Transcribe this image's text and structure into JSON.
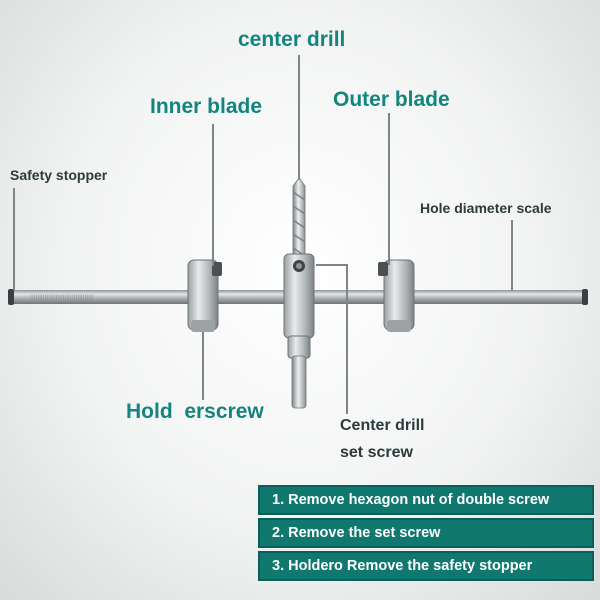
{
  "labels": {
    "center_drill": "center drill",
    "inner_blade": "Inner blade",
    "outer_blade": "Outer blade",
    "safety_stopper": "Safety stopper",
    "hole_diameter_scale": "Hole diameter scale",
    "holderscrew": "Hold  erscrew",
    "center_drill_set_screw_line1": "Center drill",
    "center_drill_set_screw_line2": "set screw"
  },
  "steps": [
    {
      "text": "1. Remove hexagon nut of double screw"
    },
    {
      "text": "2. Remove the set screw"
    },
    {
      "text": "3. Holdero Remove the safety stopper"
    }
  ],
  "colors": {
    "label_teal": "#13857e",
    "label_dark": "#2c3a3c",
    "step_bg": "#10786f",
    "metal": "#b9bec0"
  }
}
